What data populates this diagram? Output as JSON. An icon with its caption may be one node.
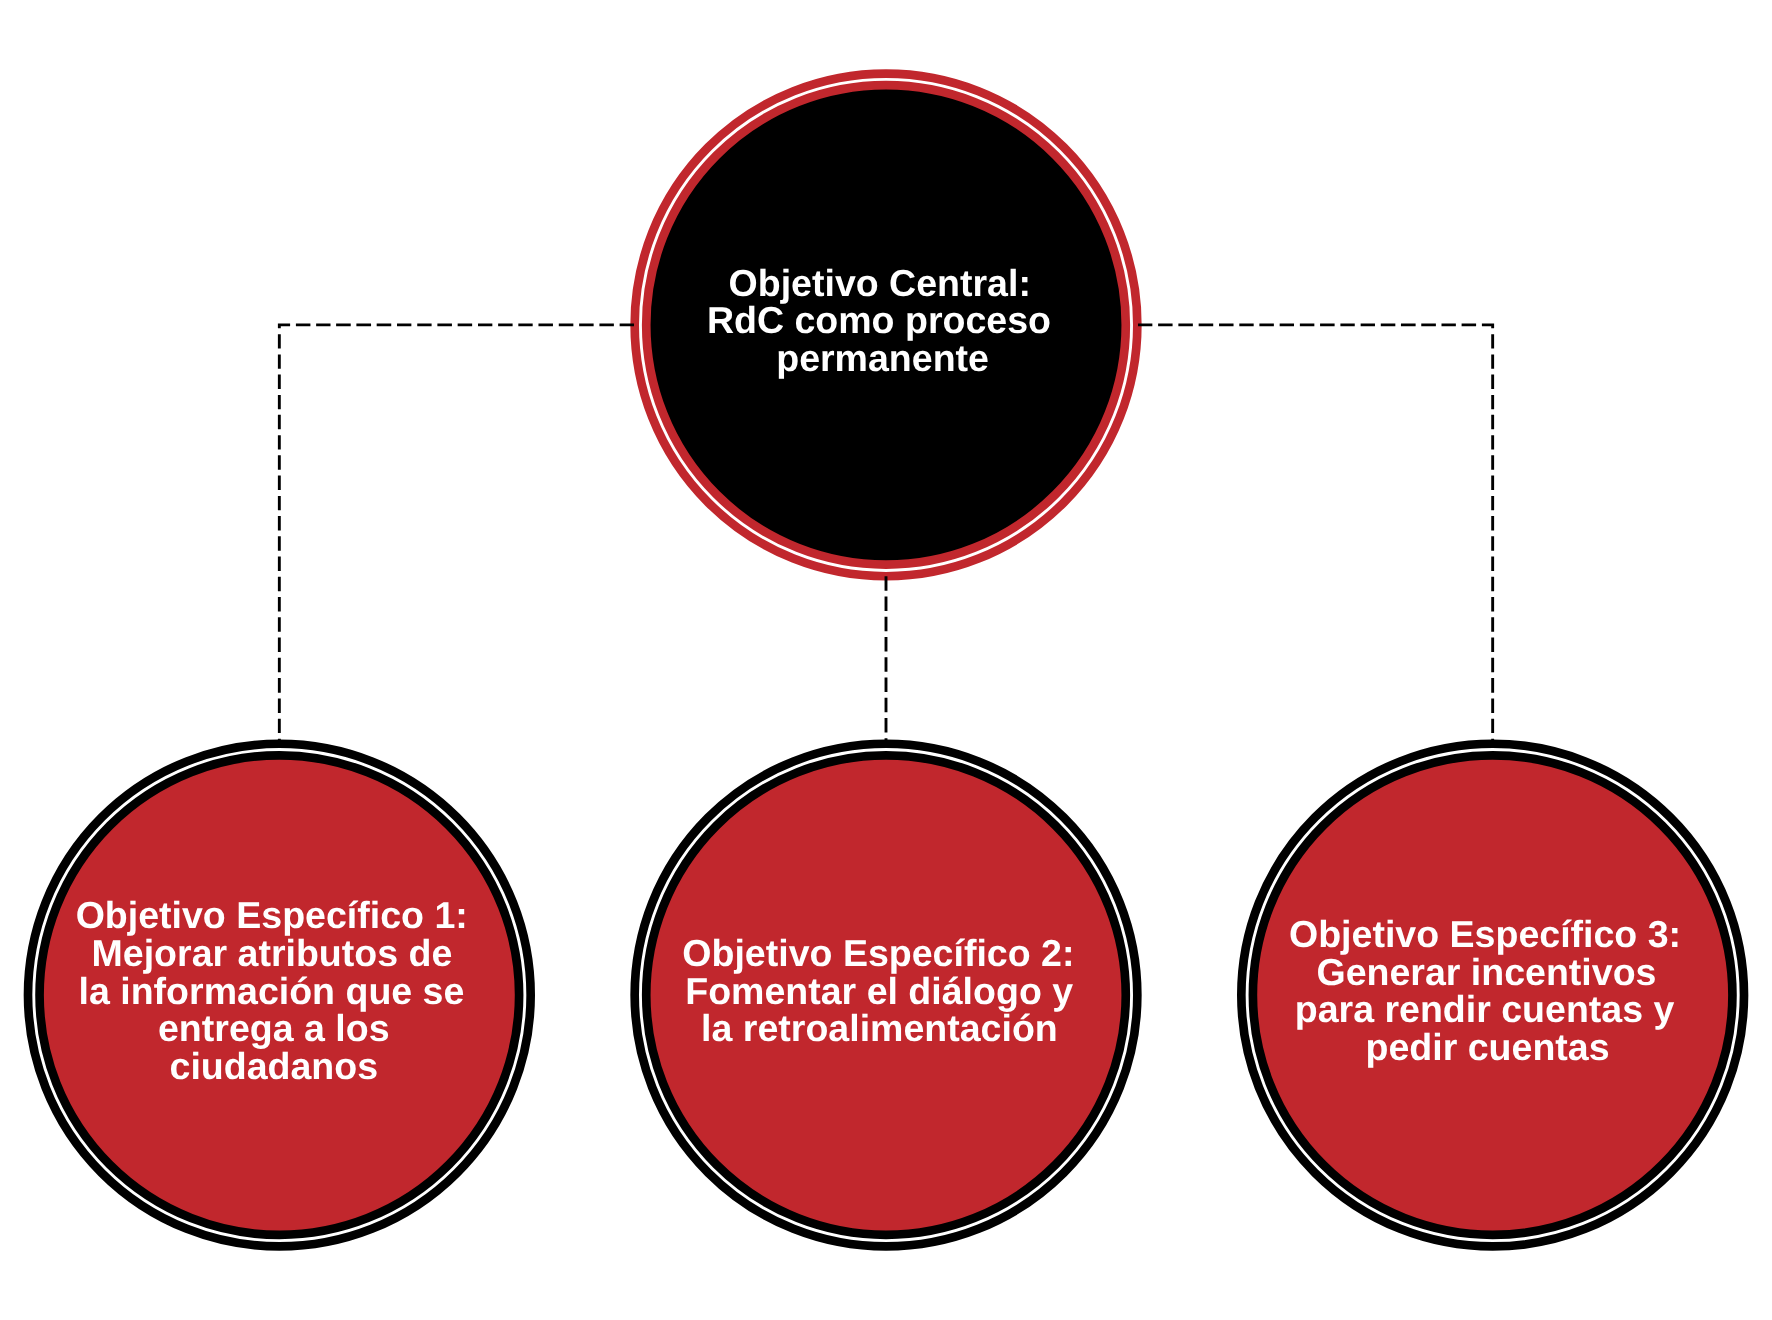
{
  "diagram": {
    "nodes": [
      {
        "text": [
          "Objetivo Central:",
          "RdC como proceso permanente"
        ]
      },
      {
        "text": [
          "Objetivo Específico 1:",
          "Mejorar atributos de la información que se entrega a los ciudadanos"
        ]
      },
      {
        "text": [
          "Objetivo Específico 2:",
          "Fomentar el diálogo y la retroalimentación"
        ]
      },
      {
        "text": [
          "Objetivo Específico 3:",
          "Generar incentivos para rendir cuentas y pedir cuentas"
        ]
      }
    ],
    "edges": [
      {
        "from": 0,
        "to": 1,
        "arrow": "none",
        "style": "dashed"
      },
      {
        "from": 0,
        "to": 2,
        "arrow": "none",
        "style": "dashed"
      },
      {
        "from": 0,
        "to": 3,
        "arrow": "none",
        "style": "dashed"
      }
    ]
  }
}
